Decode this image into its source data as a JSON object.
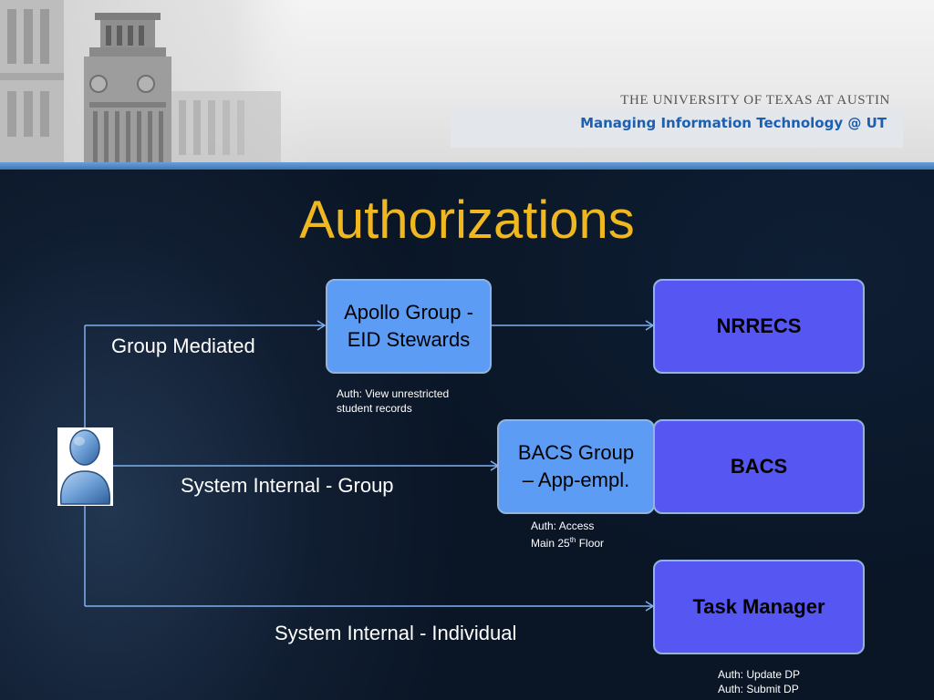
{
  "header": {
    "university": "THE UNIVERSITY OF TEXAS AT AUSTIN",
    "subtitle": "Managing Information Technology @ UT"
  },
  "slide": {
    "title": "Authorizations"
  },
  "boxes": {
    "apollo": "Apollo Group - EID Stewards",
    "nrrecs": "NRRECS",
    "bacs_group": "BACS Group – App-empl.",
    "bacs": "BACS",
    "task_manager": "Task Manager"
  },
  "flows": {
    "group_mediated": "Group Mediated",
    "system_internal_group": "System Internal - Group",
    "system_internal_individual": "System Internal - Individual"
  },
  "auth_notes": {
    "apollo_line1": "Auth: View unrestricted",
    "apollo_line2": "student records",
    "bacs_line1": "Auth: Access",
    "bacs_line2_prefix": "Main 25",
    "bacs_line2_sup": "th",
    "bacs_line2_suffix": " Floor",
    "task_line1": "Auth: Update DP",
    "task_line2": "Auth: Submit DP"
  },
  "colors": {
    "title": "#f0b820",
    "box_light": "#5c9cf5",
    "box_dark": "#5657f2",
    "connector": "#7fb0f0",
    "header_link": "#1d5fb0"
  }
}
